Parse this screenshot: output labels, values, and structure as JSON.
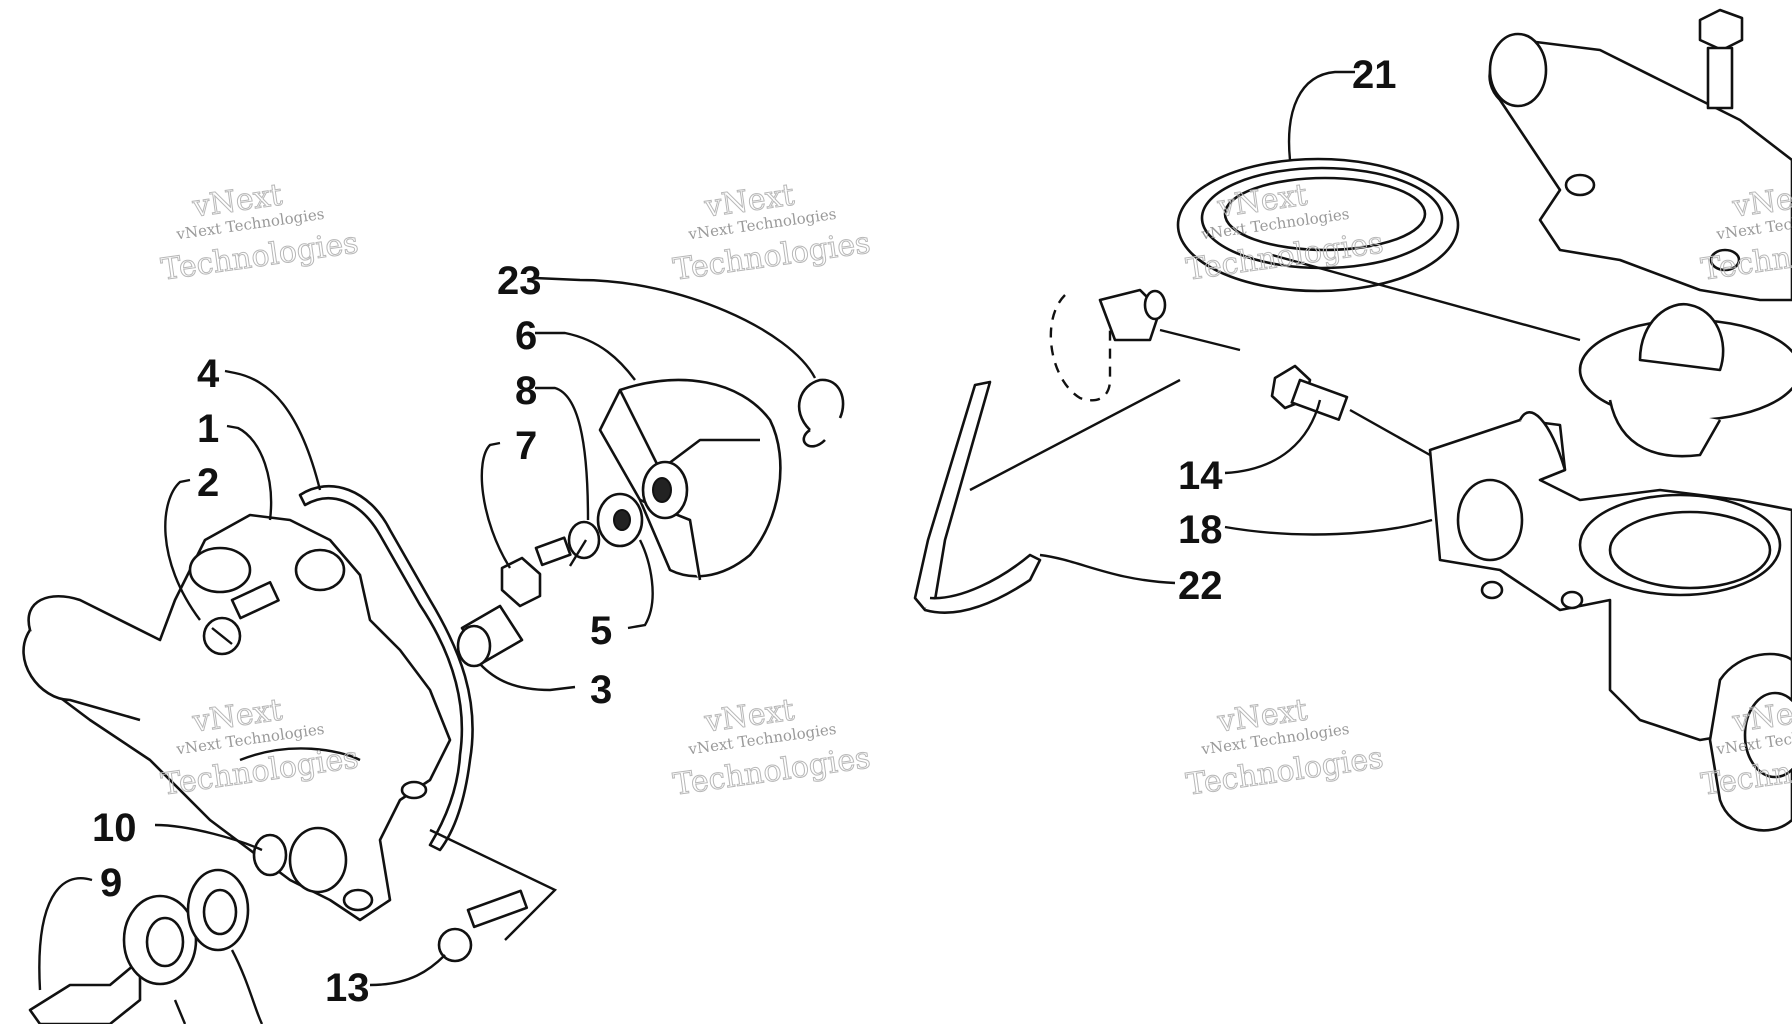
{
  "watermark": {
    "line1": "vNext",
    "line2": "vNext Technologies",
    "line3": "Technologies"
  },
  "callouts": {
    "c1": "1",
    "c2": "2",
    "c3": "3",
    "c4": "4",
    "c5": "5",
    "c6": "6",
    "c7": "7",
    "c8": "8",
    "c9": "9",
    "c10": "10",
    "c13": "13",
    "c14": "14",
    "c18": "18",
    "c21": "21",
    "c22": "22",
    "c23": "23"
  }
}
